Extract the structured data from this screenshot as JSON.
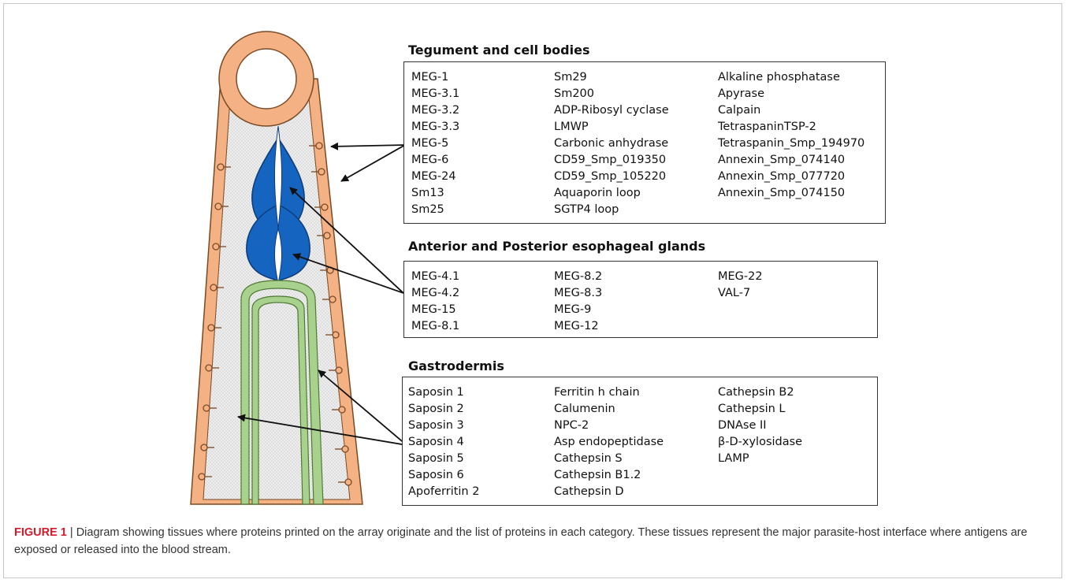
{
  "sections": [
    {
      "title": "Tegument and cell bodies",
      "columns": [
        [
          "MEG-1",
          "MEG-3.1",
          "MEG-3.2",
          "MEG-3.3",
          "MEG-5",
          "MEG-6",
          "MEG-24",
          "Sm13",
          "Sm25"
        ],
        [
          "Sm29",
          "Sm200",
          "ADP-Ribosyl cyclase",
          "LMWP",
          "Carbonic anhydrase",
          "CD59_Smp_019350",
          "CD59_Smp_105220",
          "Aquaporin loop",
          "SGTP4 loop"
        ],
        [
          "Alkaline phosphatase",
          "Apyrase",
          "Calpain",
          "TetraspaninTSP-2",
          "Tetraspanin_Smp_194970",
          "Annexin_Smp_074140",
          "Annexin_Smp_077720",
          "Annexin_Smp_074150"
        ]
      ]
    },
    {
      "title": "Anterior and Posterior esophageal glands",
      "columns": [
        [
          "MEG-4.1",
          "MEG-4.2",
          "MEG-15",
          "MEG-8.1"
        ],
        [
          "MEG-8.2",
          "MEG-8.3",
          "MEG-9",
          "MEG-12"
        ],
        [
          "MEG-22",
          "VAL-7"
        ]
      ]
    },
    {
      "title": "Gastrodermis",
      "columns": [
        [
          "Saposin 1",
          "Saposin 2",
          "Saposin 3",
          "Saposin 4",
          "Saposin 5",
          "Saposin 6",
          "Apoferritin 2"
        ],
        [
          "Ferritin h chain",
          "Calumenin",
          "NPC-2",
          "Asp endopeptidase",
          "Cathepsin S",
          "Cathepsin B1.2",
          "Cathepsin D"
        ],
        [
          "Cathepsin B2",
          "Cathepsin L",
          "DNAse II",
          "β-D-xylosidase",
          "LAMP"
        ]
      ]
    }
  ],
  "caption": {
    "label": "FIGURE 1",
    "separator": " | ",
    "text": "Diagram showing tissues where proteins printed on the array originate and the list of proteins in each category. These tissues represent the major parasite-host interface where antigens are exposed or released into the blood stream."
  },
  "colors": {
    "tegument": "#f4b183",
    "gland": "#1565c0",
    "gut": "#a9d18e",
    "body": "#ececec"
  }
}
